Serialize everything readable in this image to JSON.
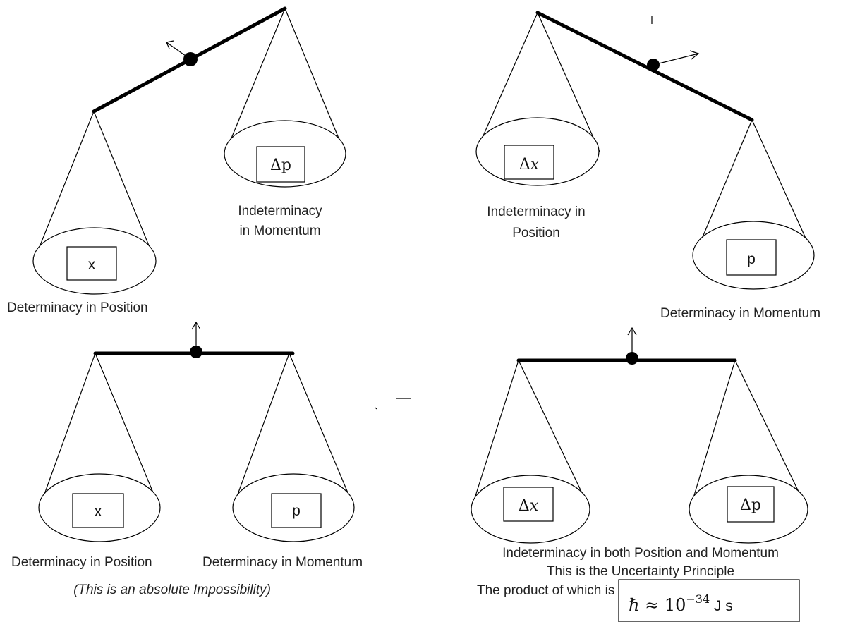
{
  "panels": {
    "top_left": {
      "left_box": "x",
      "right_box": "Δp",
      "right_label_line1": "Indeterminacy",
      "right_label_line2": "in Momentum",
      "left_label": "Determinacy in Position"
    },
    "top_right": {
      "left_box": "Δ𝑥",
      "right_box": "p",
      "left_label_line1": "Indeterminacy in",
      "left_label_line2": "Position",
      "right_label": "Determinacy in Momentum"
    },
    "bottom_left": {
      "left_box": "x",
      "right_box": "p",
      "left_label": "Determinacy in Position",
      "right_label": "Determinacy in Momentum",
      "note": "(This is an absolute Impossibility)"
    },
    "bottom_right": {
      "left_box": "Δ𝑥",
      "right_box": "Δp",
      "caption_line1": "Indeterminacy in both Position and Momentum",
      "caption_line2": "This is the Uncertainty Principle",
      "caption_line3": "The product of which is",
      "formula": {
        "hbar": "ℏ ≈ ",
        "base": "10",
        "exponent": "−34",
        "unit": " J s"
      }
    }
  }
}
